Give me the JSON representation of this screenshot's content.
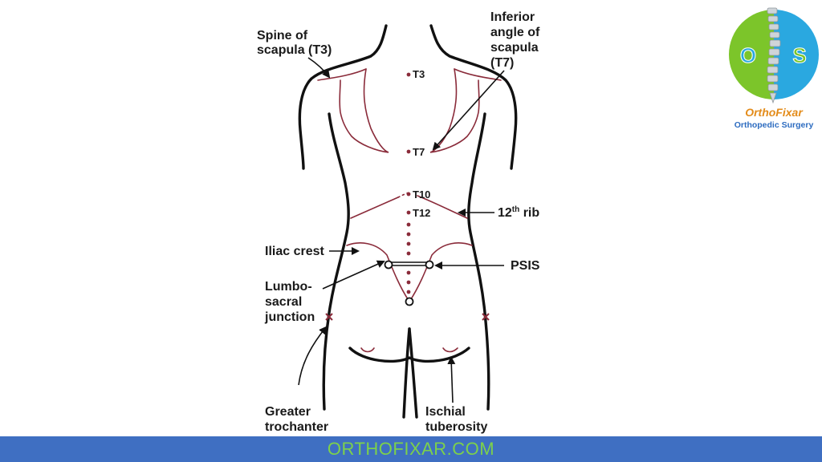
{
  "labels": {
    "spine_of_scapula_line1": "Spine of",
    "spine_of_scapula_line2": "scapula (T3)",
    "inferior_angle_line1": "Inferior",
    "inferior_angle_line2": "angle of",
    "inferior_angle_line3": "scapula",
    "inferior_angle_line4": "(T7)",
    "rib12_number": "12",
    "rib12_suffix": "th",
    "rib12_word": " rib",
    "iliac_crest": "Iliac crest",
    "psis": "PSIS",
    "lumbosacral_line1": "Lumbo-",
    "lumbosacral_line2": "sacral",
    "lumbosacral_line3": "junction",
    "greater_trochanter_line1": "Greater",
    "greater_trochanter_line2": "trochanter",
    "ischial_tuberosity_line1": "Ischial",
    "ischial_tuberosity_line2": "tuberosity"
  },
  "vertebra_labels": {
    "t3": "T3",
    "t7": "T7",
    "t10": "T10",
    "t12": "T12"
  },
  "logo": {
    "letter_left": "O",
    "letter_right": "S",
    "title": "OrthoFixar",
    "subtitle": "Orthopedic Surgery"
  },
  "footer": {
    "text": "ORTHOFIXAR.COM"
  },
  "colors": {
    "landmark": "#8a2b3a",
    "outline": "#111111",
    "footer_bg": "#3f6fc2",
    "footer_text": "#7dd14b",
    "logo_green": "#7cc52a",
    "logo_blue": "#2aa8e0"
  }
}
